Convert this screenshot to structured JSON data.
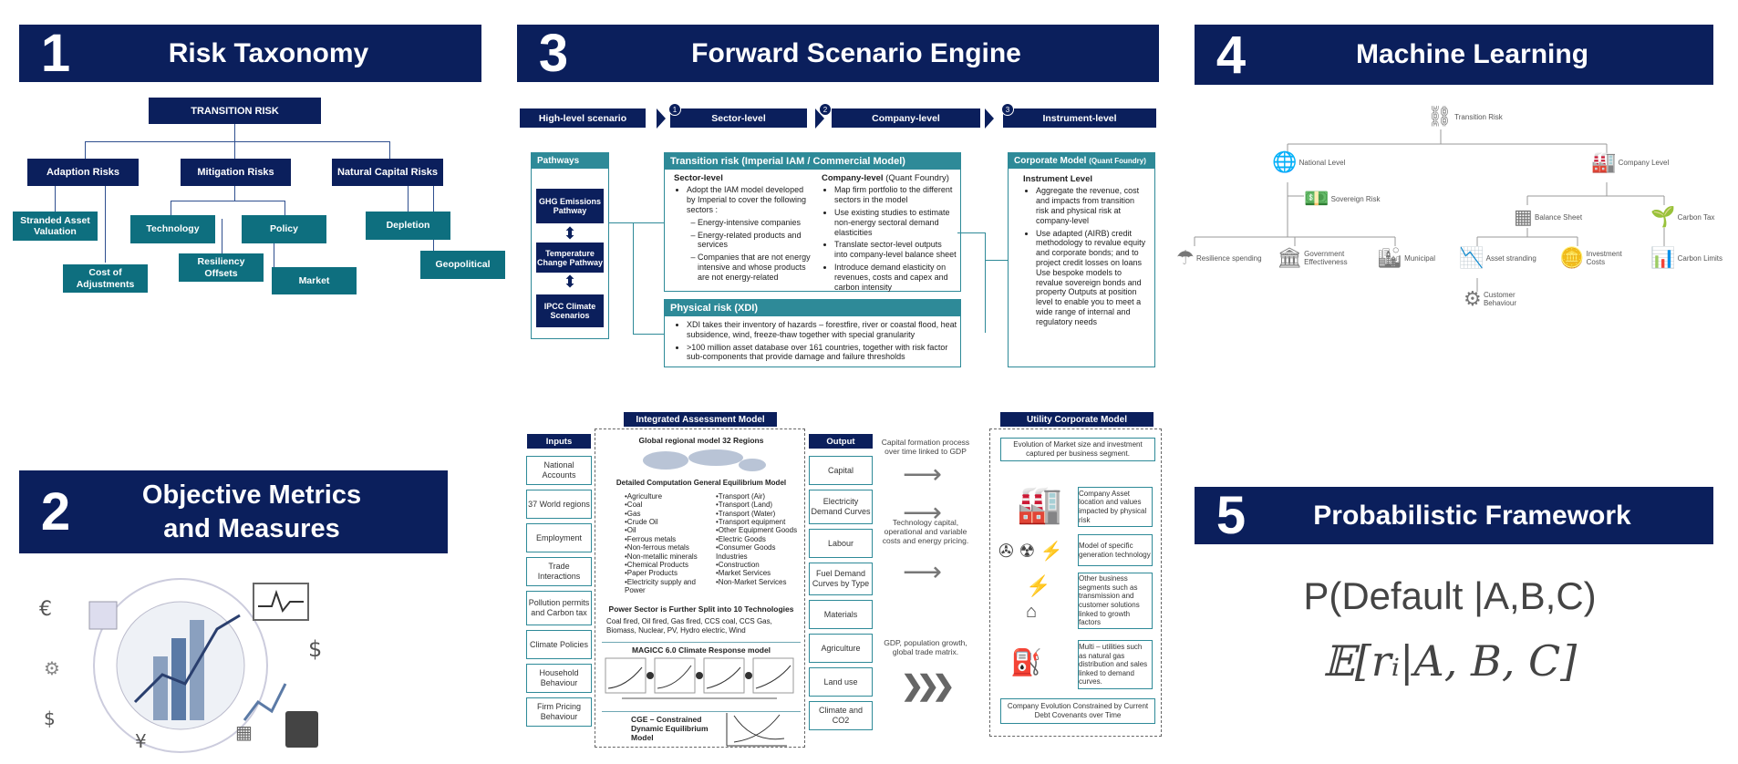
{
  "panel1": {
    "num": "1",
    "title": "Risk Taxonomy",
    "root": "TRANSITION RISK",
    "cat_adaption": "Adaption Risks",
    "cat_mitigation": "Mitigation Risks",
    "cat_natural": "Natural Capital Risks",
    "leaf_stranded": "Stranded Asset Valuation",
    "leaf_cost": "Cost of Adjustments",
    "leaf_technology": "Technology",
    "leaf_policy": "Policy",
    "leaf_resiliency": "Resiliency Offsets",
    "leaf_market": "Market",
    "leaf_depletion": "Depletion",
    "leaf_geopolitical": "Geopolitical"
  },
  "panel2": {
    "num": "2",
    "title_line1": "Objective Metrics",
    "title_line2": "and Measures"
  },
  "panel3": {
    "num": "3",
    "title": "Forward Scenario Engine",
    "steps": [
      {
        "n": "",
        "label": "High-level scenario"
      },
      {
        "n": "1",
        "label": "Sector-level"
      },
      {
        "n": "2",
        "label": "Company-level"
      },
      {
        "n": "3",
        "label": "Instrument-level"
      }
    ],
    "pathways_header": "Pathways",
    "pathway_ghg": "GHG Emissions Pathway",
    "pathway_temp": "Temperature Change Pathway",
    "pathway_ipcc": "IPCC Climate Scenarios",
    "transition_header": "Transition risk (Imperial IAM / Commercial Model)",
    "sector_title": "Sector-level",
    "sector_b1": "Adopt the IAM model developed by Imperial to cover the following sectors :",
    "sector_s1": "Energy-intensive companies",
    "sector_s2": "Energy-related products and services",
    "sector_s3": "Companies that are not energy intensive and whose products are not energy-related",
    "company_title": "Company-level",
    "company_sub": "(Quant Foundry)",
    "company_b1": "Map firm portfolio to the different sectors in the model",
    "company_b2": "Use existing studies to estimate non-energy sectoral demand elasticities",
    "company_b3": "Translate sector-level outputs into company-level balance sheet",
    "company_b4": "Introduce demand elasticity on revenues, costs and capex and carbon intensity",
    "physical_header": "Physical risk (XDI)",
    "physical_b1": "XDI takes their inventory of hazards – forestfire, river or coastal flood, heat subsidence, wind, freeze-thaw together with special granularity",
    "physical_b2": ">100 million asset database over 161 countries, together with risk factor sub-components that provide damage and failure thresholds",
    "corporate_header": "Corporate  Model",
    "corporate_sub": "(Quant Foundry)",
    "instrument_title": "Instrument Level",
    "inst_b1": "Aggregate the revenue, cost and impacts from transition risk and physical risk at company-level",
    "inst_b2": "Use adapted (AIRB) credit methodology to revalue equity and corporate bonds; and to project credit losses on loans Use bespoke models to revalue sovereign bonds and property Outputs at position level to enable you to meet a wide range of internal and regulatory needs"
  },
  "iam": {
    "title": "Integrated Assessment Model",
    "inputs_header": "Inputs",
    "inputs": [
      "National Accounts",
      "37 World regions",
      "Employment",
      "Trade Interactions",
      "Pollution permits and Carbon tax",
      "Climate Policies",
      "Household Behaviour",
      "Firm Pricing Behaviour"
    ],
    "global_title": "Global regional model 32 Regions",
    "cge_title": "Detailed Computation General Equilibrium Model",
    "col1": [
      "•Agriculture",
      "•Coal",
      "•Gas",
      "•Crude Oil",
      "•Oil",
      "•Ferrous metals",
      "•Non-ferrous  metals",
      "•Non-metallic minerals",
      "•Chemical Products",
      "•Paper Products",
      "•Electricity supply and Power"
    ],
    "col2": [
      "•Transport (Air)",
      "•Transport (Land)",
      "•Transport (Water)",
      "•Transport equipment",
      "•Other Equipment Goods",
      "•Electric Goods",
      "•Consumer Goods Industries",
      "•Construction",
      "•Market Services",
      "•Non-Market Services"
    ],
    "power_title": "Power Sector is Further Split into 10 Technologies",
    "power_text": "Coal fired, Oil fired, Gas fired, CCS coal, CCS Gas, Biomass, Nuclear, PV, Hydro electric, Wind",
    "magicc_title": "MAGICC 6.0 Climate Response model",
    "cge_constrained": "CGE – Constrained Dynamic Equilibrium Model",
    "output_header": "Output",
    "outputs": [
      "Capital",
      "Electricity Demand Curves",
      "Labour",
      "Fuel Demand Curves by Type",
      "Materials",
      "Agriculture",
      "Land use",
      "Climate and CO2"
    ],
    "mid_text1": "Capital formation process over time linked to GDP",
    "mid_text2": "Technology capital, operational and variable costs and energy pricing.",
    "mid_text3": "GDP, population growth, global trade matrix."
  },
  "utility": {
    "title": "Utility Corporate Model",
    "top_text": "Evolution of Market size and investment captured per business segment.",
    "box1": "Company Asset location and values impacted by physical risk",
    "box2": "Model of specific generation technology",
    "box3": "Other business segments such as transmission and customer solutions linked to growth factors",
    "box4": "Multi – utilities such as natural gas distribution and sales linked to demand curves.",
    "bottom_text": "Company Evolution Constrained by Current Debt Covenants over Time"
  },
  "panel4": {
    "num": "4",
    "title": "Machine Learning",
    "root": "Transition Risk",
    "national": "National Level",
    "company": "Company Level",
    "sovereign": "Sovereign Risk",
    "balance": "Balance Sheet",
    "carbon_tax": "Carbon Tax",
    "resilience": "Resilience spending",
    "government": "Government Effectiveness",
    "municipal": "Municipal",
    "asset_stranding": "Asset stranding",
    "investment": "Investment Costs",
    "carbon_limits": "Carbon Limits",
    "customer": "Customer Behaviour"
  },
  "panel5": {
    "num": "5",
    "title": "Probabilistic Framework",
    "formula1": "P(Default |A,B,C)",
    "formula2": "𝔼[rᵢ|A, B, C]"
  }
}
